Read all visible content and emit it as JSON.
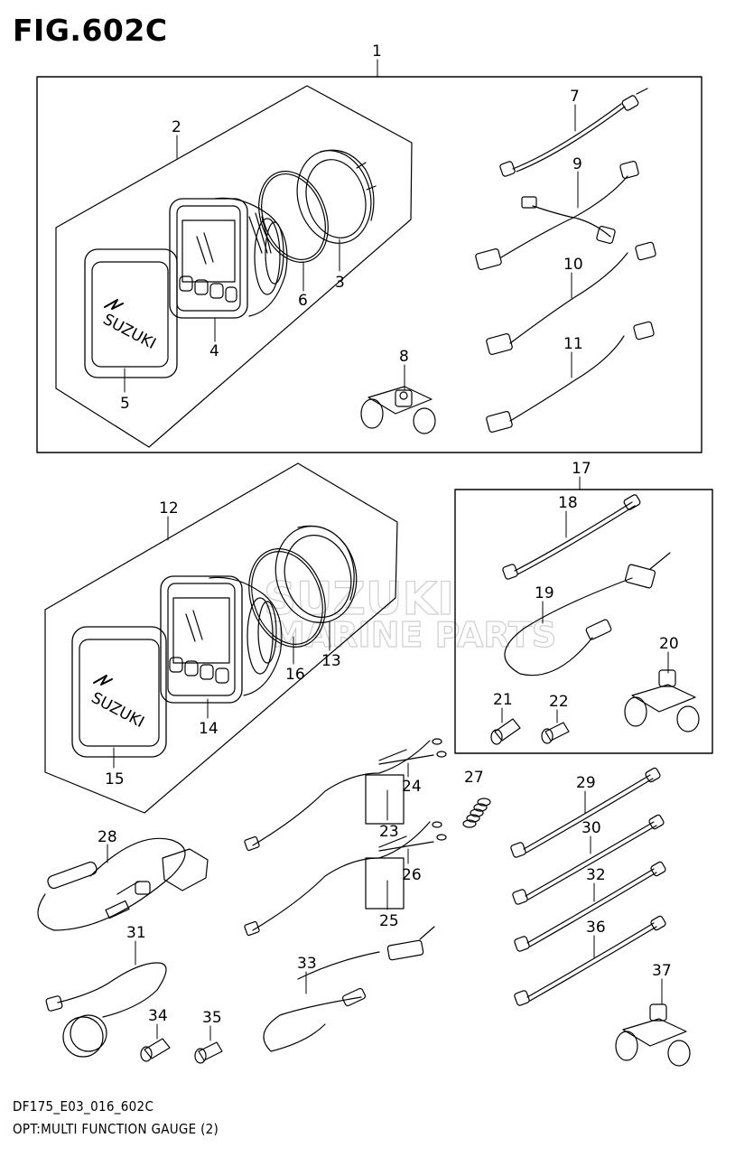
{
  "figure": {
    "title": "FIG.602C",
    "footer_code": "DF175_E03_016_602C",
    "footer_caption": "OPT:MULTI FUNCTION GAUGE (2)"
  },
  "watermark": {
    "line1": "SUZUKI",
    "line2": "MARINE PARTS"
  },
  "brand_marking": "SUZUKI",
  "callouts": {
    "c1": "1",
    "c2": "2",
    "c3": "3",
    "c4": "4",
    "c5": "5",
    "c6": "6",
    "c7": "7",
    "c8": "8",
    "c9": "9",
    "c10": "10",
    "c11": "11",
    "c12": "12",
    "c13": "13",
    "c14": "14",
    "c15": "15",
    "c16": "16",
    "c17": "17",
    "c18": "18",
    "c19": "19",
    "c20": "20",
    "c21": "21",
    "c22": "22",
    "c23": "23",
    "c24": "24",
    "c25": "25",
    "c26": "26",
    "c27": "27",
    "c28": "28",
    "c29": "29",
    "c30": "30",
    "c31": "31",
    "c32": "32",
    "c33": "33",
    "c34": "34",
    "c35": "35",
    "c36": "36",
    "c37": "37"
  }
}
